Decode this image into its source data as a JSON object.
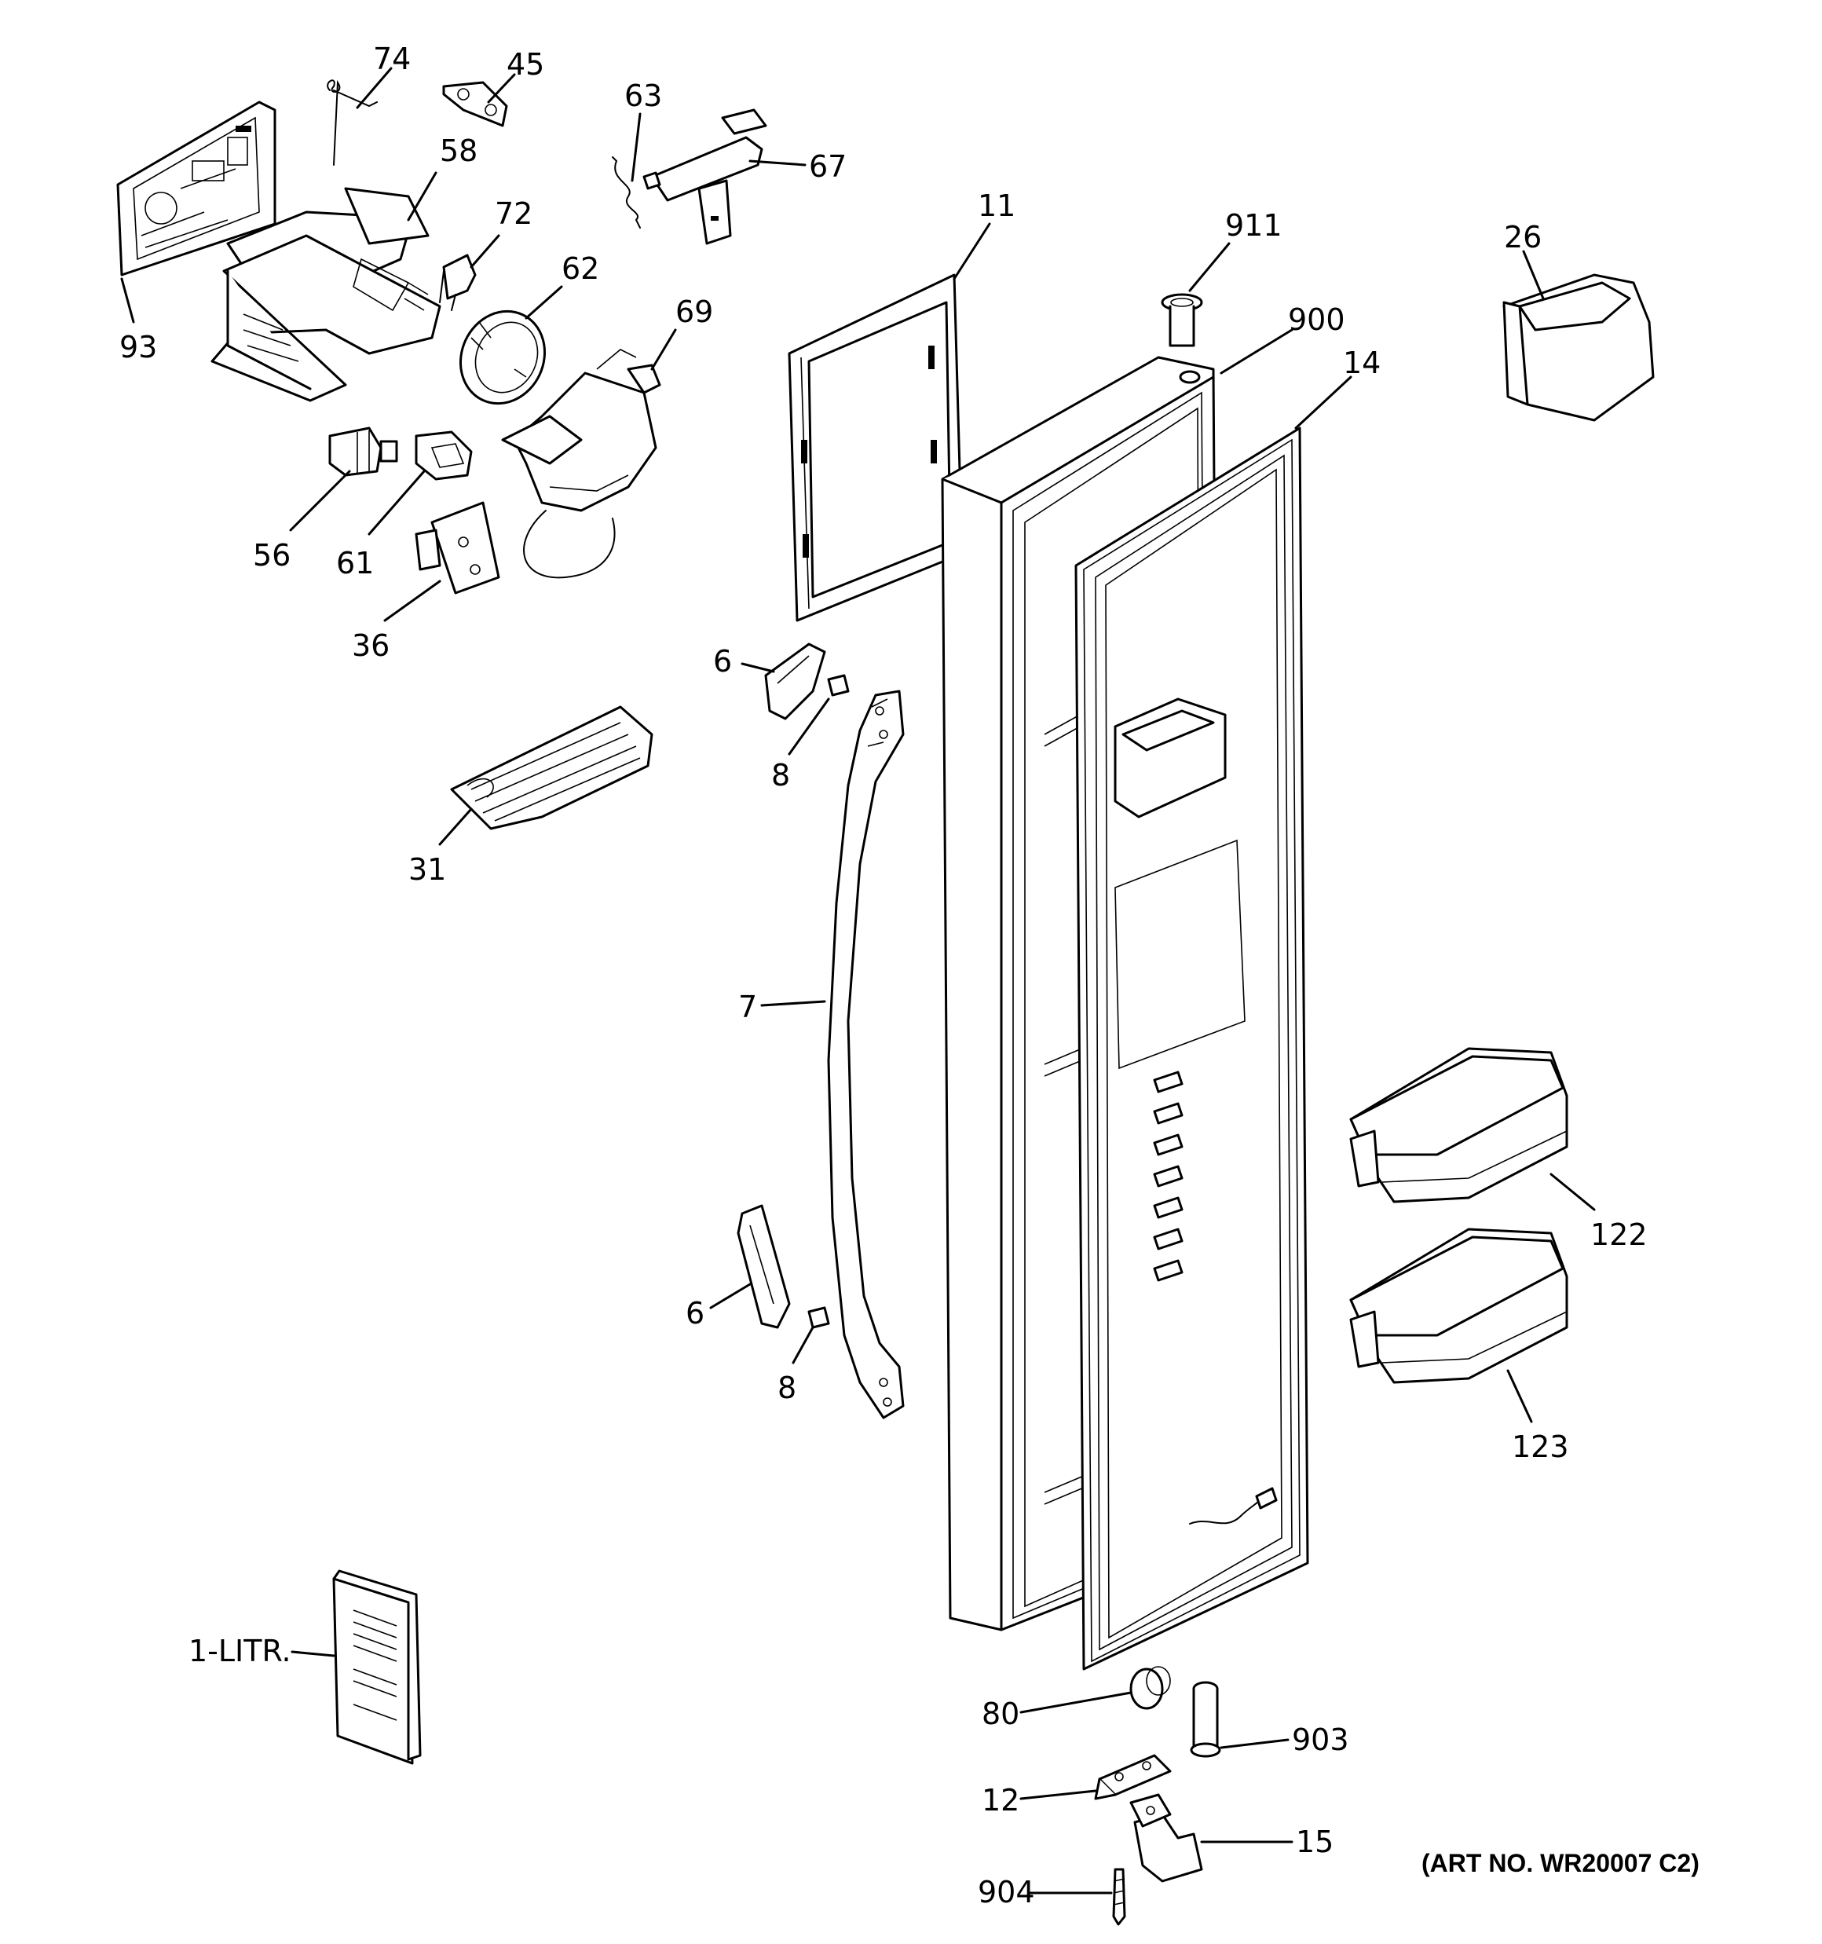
{
  "diagram": {
    "art_number": "(ART NO. WR20007 C2)",
    "callouts": {
      "p74": "74",
      "p45": "45",
      "p63": "63",
      "p67": "67",
      "p58": "58",
      "p72": "72",
      "p62": "62",
      "p69": "69",
      "p93": "93",
      "p56": "56",
      "p61": "61",
      "p36": "36",
      "p11": "11",
      "p911": "911",
      "p900": "900",
      "p14": "14",
      "p26": "26",
      "p6a": "6",
      "p8a": "8",
      "p31": "31",
      "p7": "7",
      "p122": "122",
      "p6b": "6",
      "p8b": "8",
      "p123": "123",
      "p1litr": "1-LITR.",
      "p80": "80",
      "p903": "903",
      "p12": "12",
      "p15": "15",
      "p904": "904"
    }
  }
}
